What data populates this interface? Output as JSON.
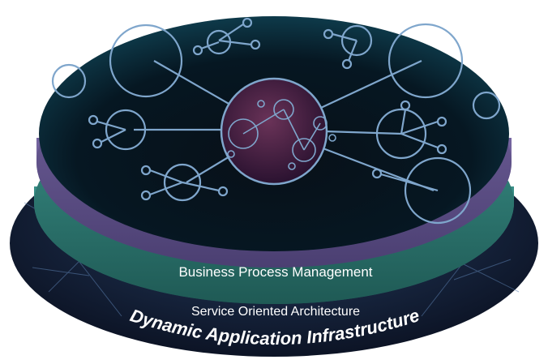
{
  "layers": {
    "top_label": "Business Process Management",
    "middle_label": "Service Oriented Architecture",
    "base_label": "Dynamic Application Infrastructure"
  },
  "colors": {
    "top_band": "#5d4f86",
    "middle_band": "#2f7a73",
    "base_disc": "#1d2c44",
    "network_lines": "#7fa6cc",
    "hub": "#4a2440",
    "disc_face": "#050a12"
  },
  "icons": {
    "network": "network-graph-icon",
    "hub": "central-hub-icon"
  }
}
